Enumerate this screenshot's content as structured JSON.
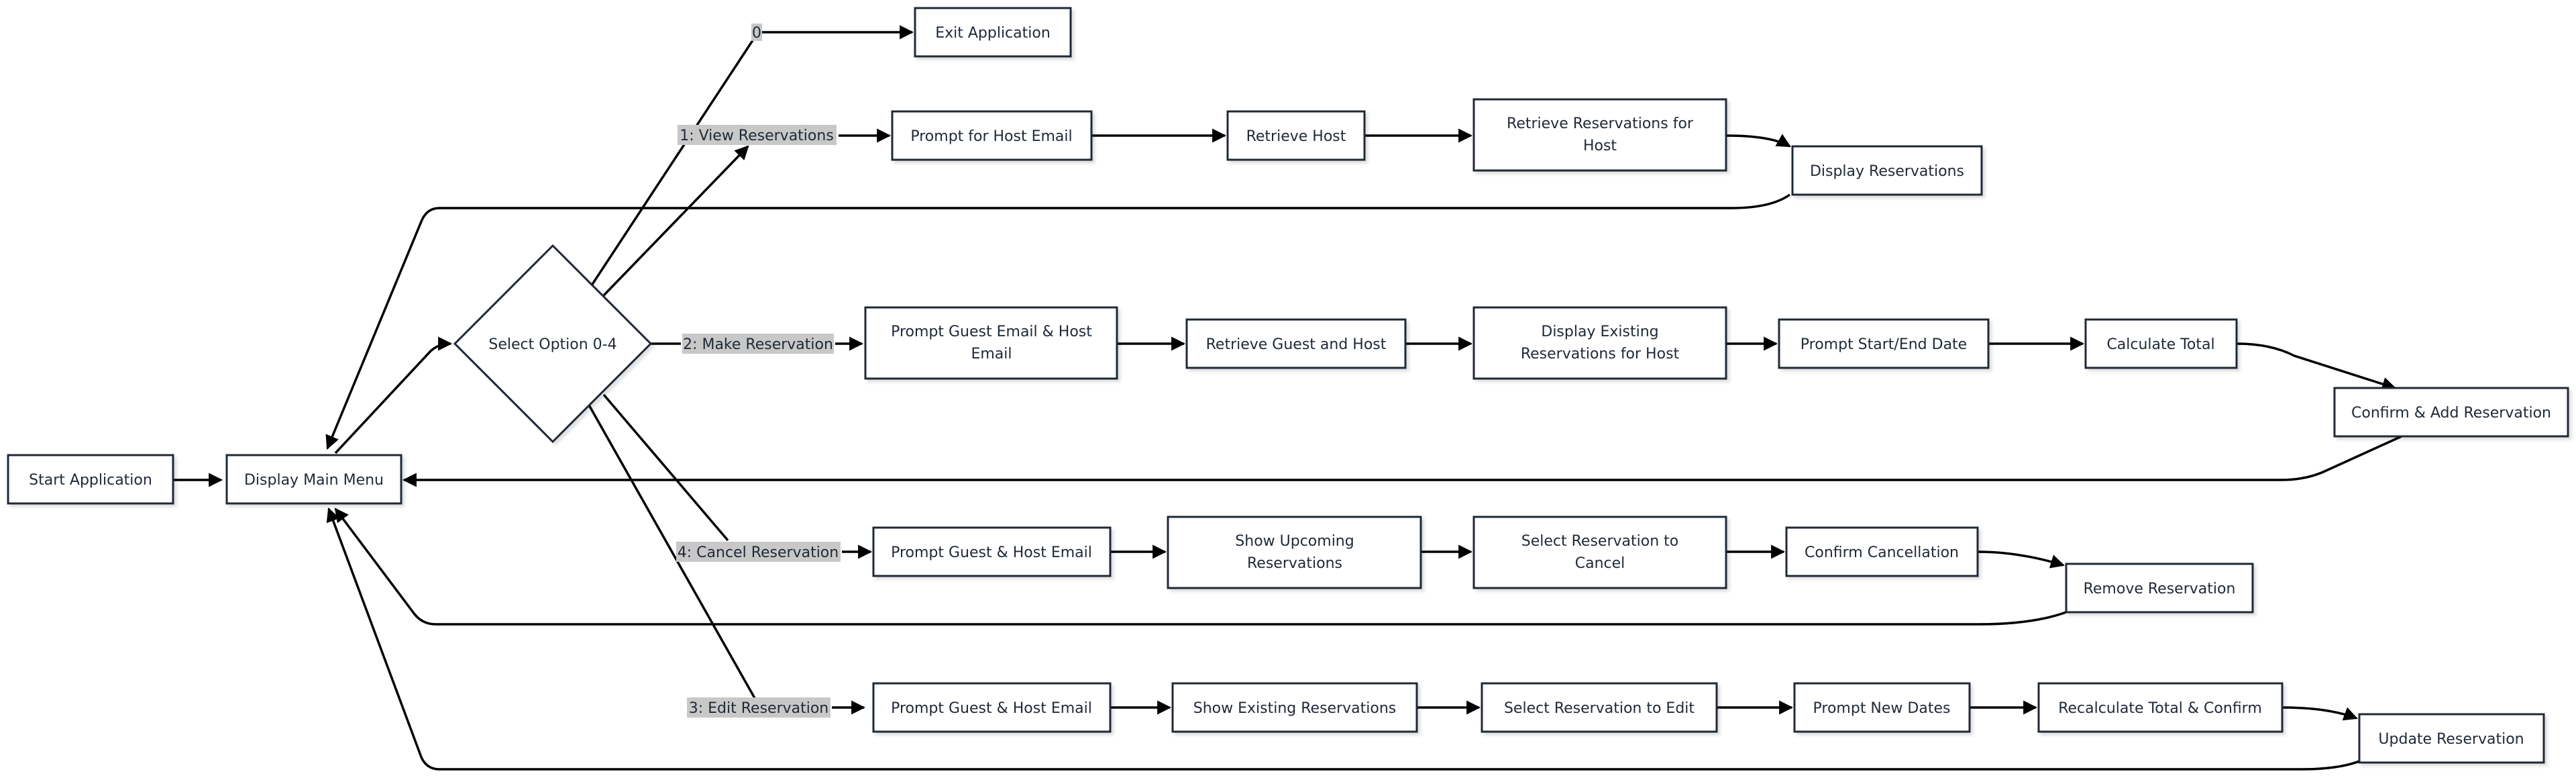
{
  "nodes": {
    "start": "Start Application",
    "menu": "Display Main Menu",
    "select": "Select Option 0-4",
    "exit": "Exit Application",
    "view_prompt": "Prompt for Host Email",
    "view_retrieve_host": "Retrieve Host",
    "view_retrieve_res": [
      "Retrieve Reservations for",
      "Host"
    ],
    "view_display": "Display Reservations",
    "make_prompt": [
      "Prompt Guest Email & Host",
      "Email"
    ],
    "make_retrieve": "Retrieve Guest and Host",
    "make_display": [
      "Display Existing",
      "Reservations for Host"
    ],
    "make_dates": "Prompt Start/End Date",
    "make_total": "Calculate Total",
    "make_confirm": "Confirm & Add Reservation",
    "cancel_prompt": "Prompt Guest & Host Email",
    "cancel_show": [
      "Show Upcoming",
      "Reservations"
    ],
    "cancel_select": [
      "Select Reservation to",
      "Cancel"
    ],
    "cancel_confirm": "Confirm Cancellation",
    "cancel_remove": "Remove Reservation",
    "edit_prompt": "Prompt Guest & Host Email",
    "edit_show": "Show Existing Reservations",
    "edit_select": "Select Reservation to Edit",
    "edit_dates": "Prompt New Dates",
    "edit_recalc": "Recalculate Total & Confirm",
    "edit_update": "Update Reservation"
  },
  "edge_labels": {
    "exit": "0",
    "view": "1: View Reservations",
    "make": "2: Make Reservation",
    "cancel": "4: Cancel Reservation",
    "edit": "3: Edit Reservation"
  },
  "colors": {
    "stroke": "#1f2937",
    "edge": "#000000",
    "label_bg": "#c8c8c8"
  }
}
